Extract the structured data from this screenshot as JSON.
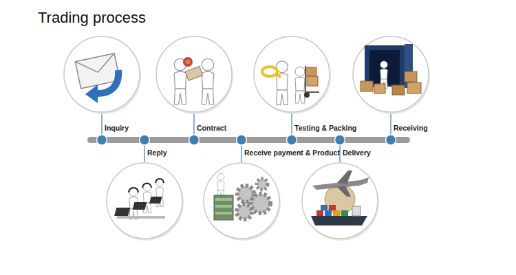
{
  "diagram": {
    "title": "Trading process",
    "labels": [
      "Inquiry",
      "Reply",
      "Contract",
      "Receive payment & Product",
      "Testing & Packing",
      "Delivery",
      "Receiving"
    ]
  }
}
